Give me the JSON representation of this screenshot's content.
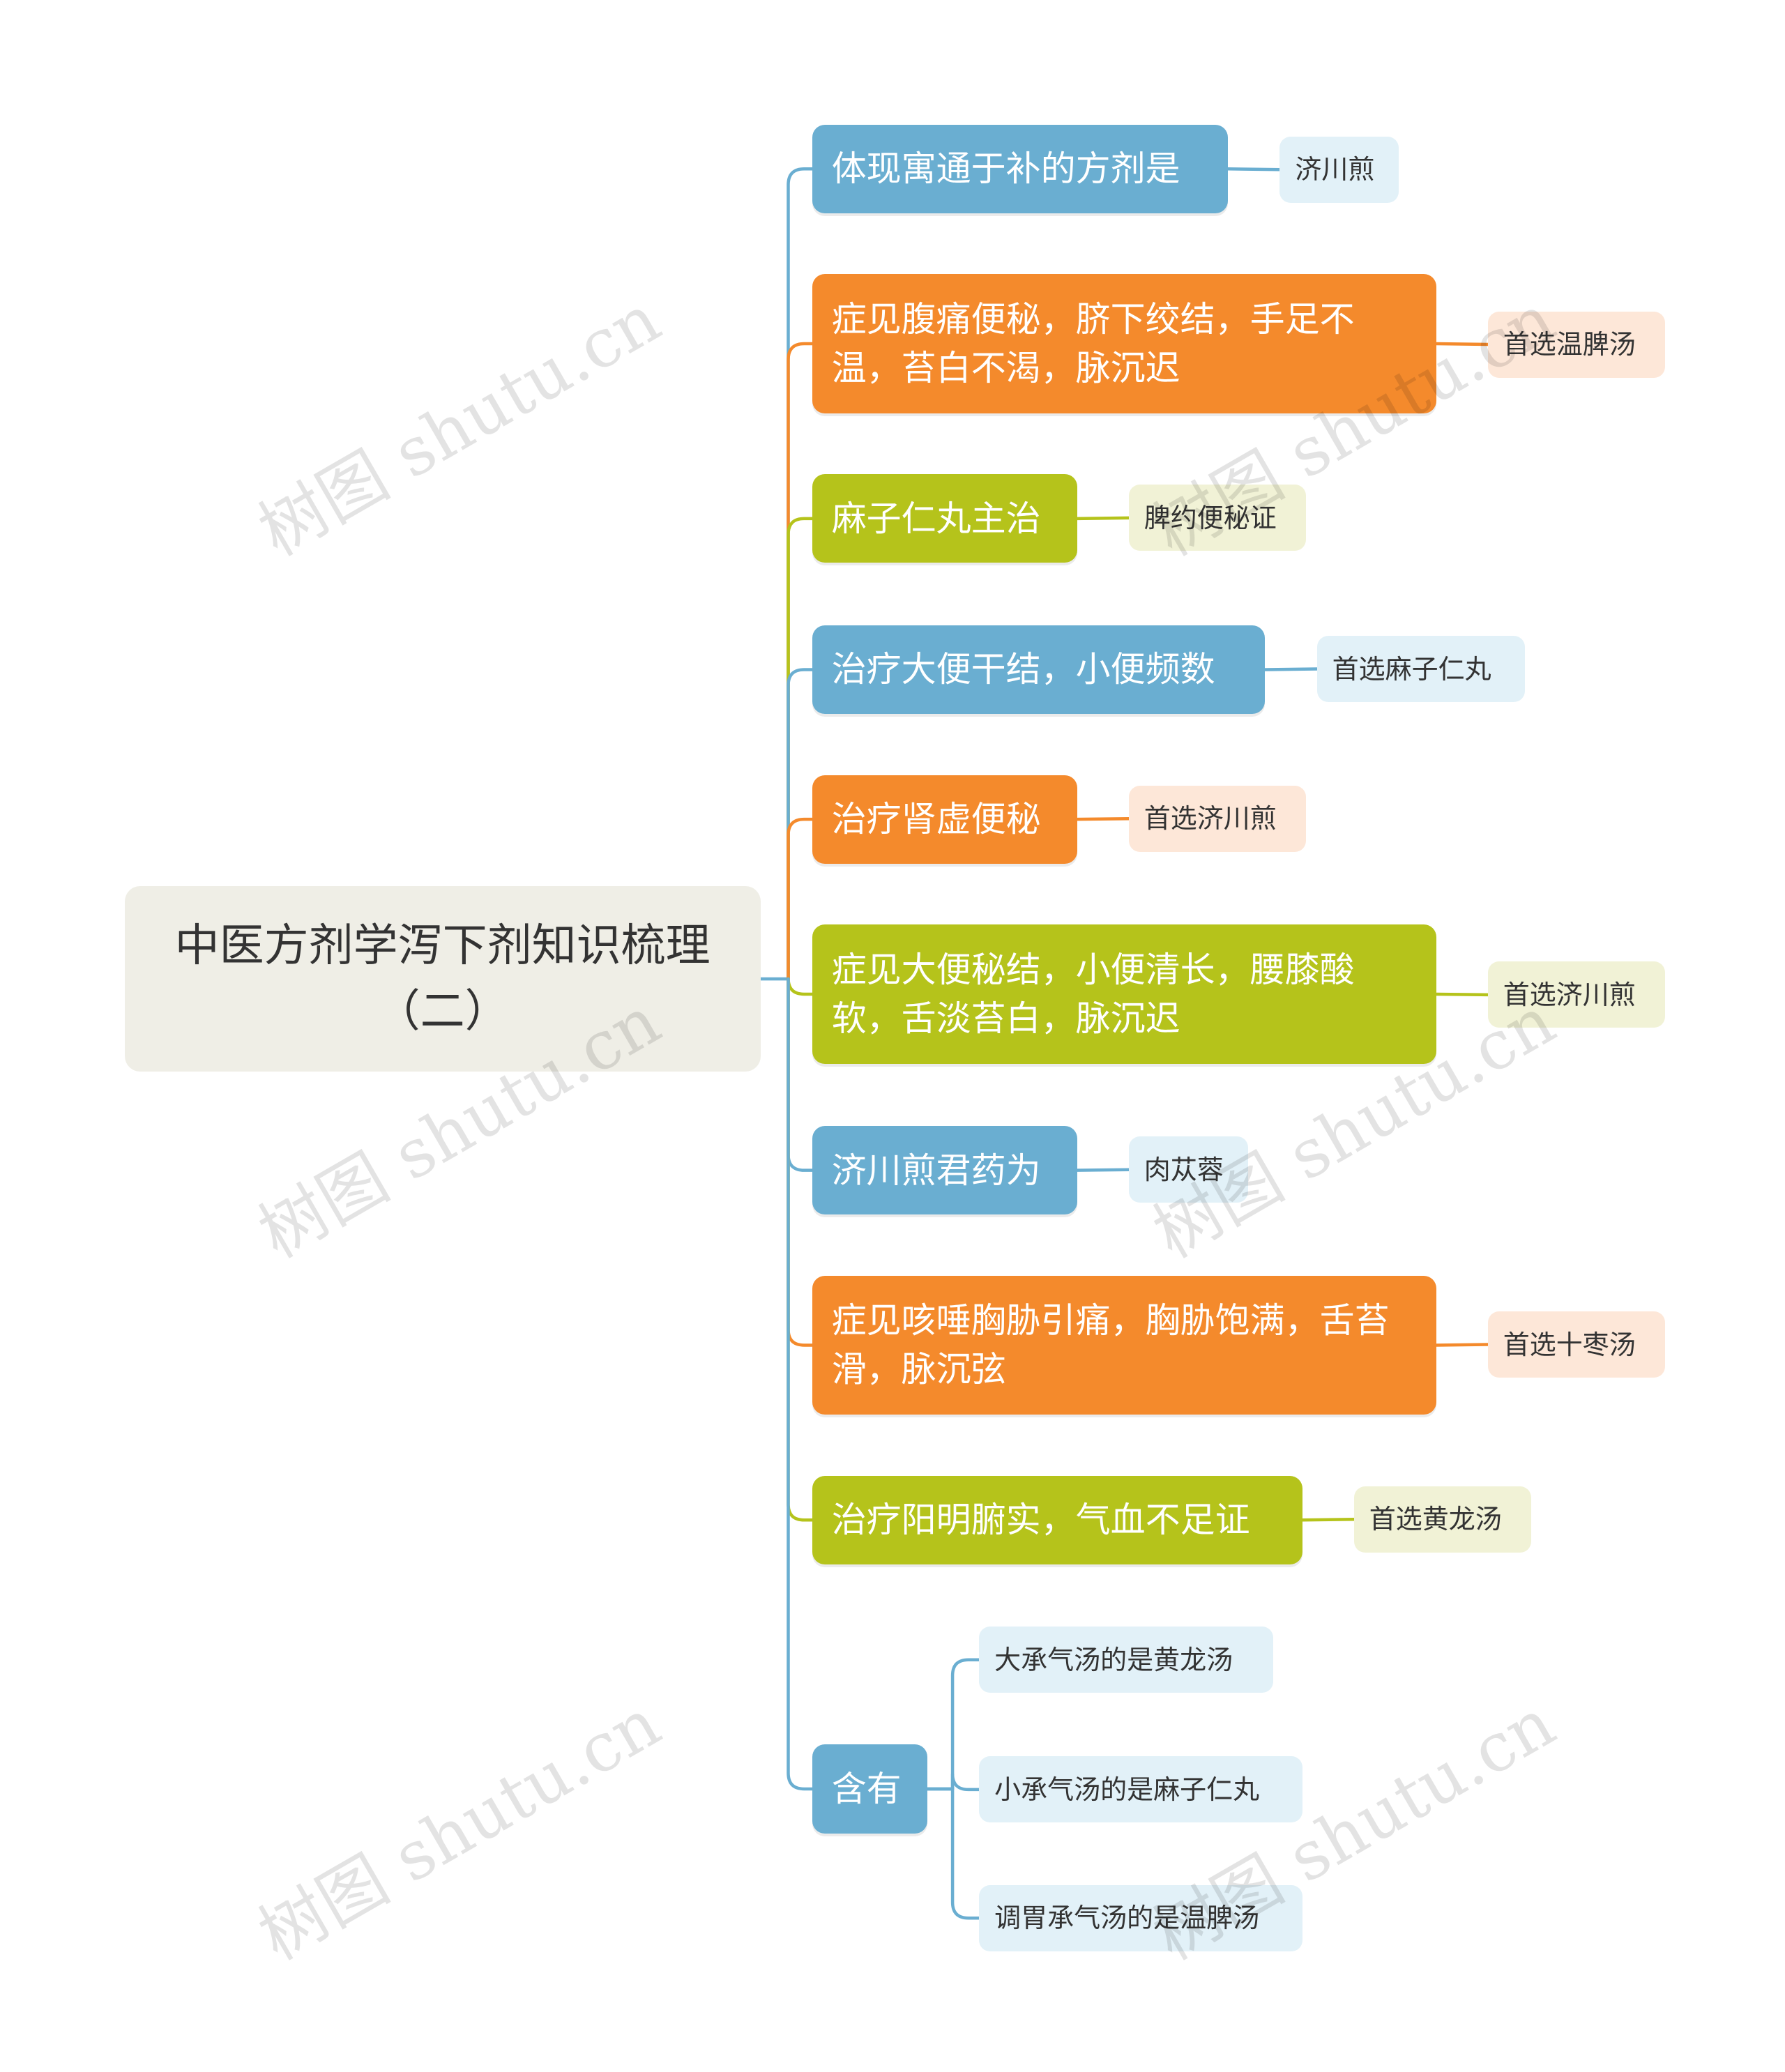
{
  "colors": {
    "blue": "#6aaed1",
    "orange": "#f48a2c",
    "olive": "#b5c31b",
    "blue_light": "#e2f1f8",
    "orange_light": "#fde7d8",
    "olive_light": "#f1f2d6",
    "root_bg": "#efeee6"
  },
  "root": {
    "title": "中医方剂学泻下剂知识梳理（二）"
  },
  "branches": [
    {
      "label": "体现寓通于补的方剂是",
      "color": "blue",
      "children": [
        "济川煎"
      ]
    },
    {
      "label": "症见腹痛便秘，脐下绞结，手足不温，苔白不渴，脉沉迟",
      "color": "orange",
      "children": [
        "首选温脾汤"
      ]
    },
    {
      "label": "麻子仁丸主治",
      "color": "olive",
      "children": [
        "脾约便秘证"
      ]
    },
    {
      "label": "治疗大便干结，小便频数",
      "color": "blue",
      "children": [
        "首选麻子仁丸"
      ]
    },
    {
      "label": "治疗肾虚便秘",
      "color": "orange",
      "children": [
        "首选济川煎"
      ]
    },
    {
      "label": "症见大便秘结，小便清长，腰膝酸软，舌淡苔白，脉沉迟",
      "color": "olive",
      "children": [
        "首选济川煎"
      ]
    },
    {
      "label": "济川煎君药为",
      "color": "blue",
      "children": [
        "肉苁蓉"
      ]
    },
    {
      "label": "症见咳唾胸胁引痛，胸胁饱满，舌苔滑，脉沉弦",
      "color": "orange",
      "children": [
        "首选十枣汤"
      ]
    },
    {
      "label": "治疗阳明腑实，气血不足证",
      "color": "olive",
      "children": [
        "首选黄龙汤"
      ]
    },
    {
      "label": "含有",
      "color": "blue",
      "children": [
        "大承气汤的是黄龙汤",
        "小承气汤的是麻子仁丸",
        "调胃承气汤的是温脾汤"
      ]
    }
  ],
  "watermark": "树图 shutu.cn"
}
